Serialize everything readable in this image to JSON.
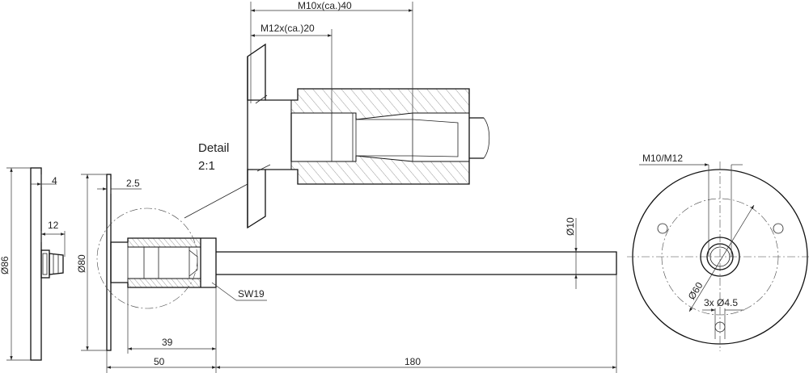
{
  "labels": {
    "detail_title": "Detail",
    "detail_scale": "2:1",
    "m10_thread": "M10x(ca.)40",
    "m12_thread": "M12x(ca.)20",
    "flange_thickness": "4",
    "spacer_length": "12",
    "flange_diameter": "Ø86",
    "plate_thickness": "2.5",
    "plate_diameter": "Ø80",
    "rod_diameter": "Ø10",
    "wrench_size": "SW19",
    "nut_length": "39",
    "head_length": "50",
    "rod_length": "180",
    "thread_type": "M10/M12",
    "bolt_circle": "Ø60",
    "holes": "3x Ø4.5"
  }
}
